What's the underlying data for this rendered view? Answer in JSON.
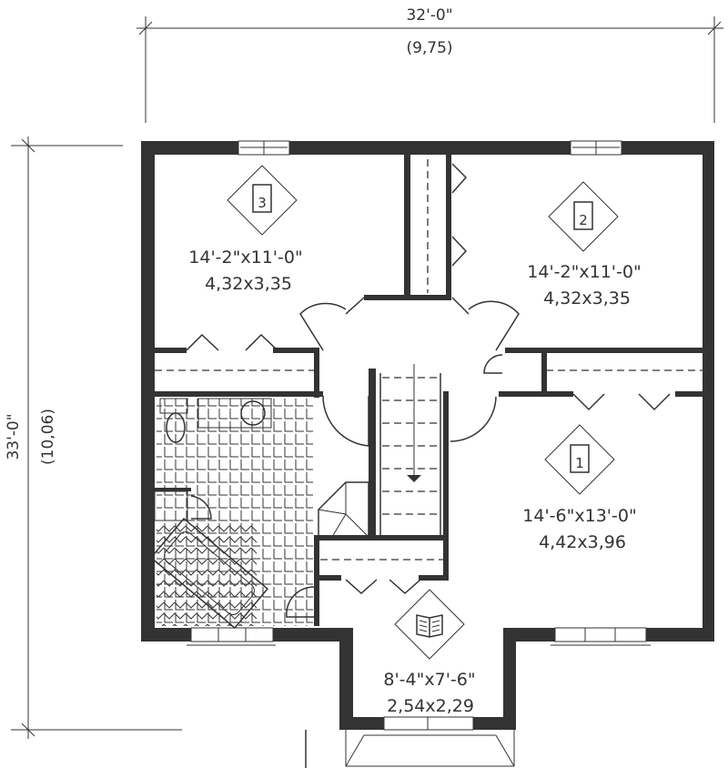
{
  "dimensions": {
    "width_imperial": "32'-0\"",
    "width_metric": "(9,75)",
    "depth_imperial": "33'-0\"",
    "depth_metric": "(10,06)"
  },
  "rooms": [
    {
      "number": "3",
      "icon": "bedroom-icon",
      "imperial": "14'-2\"x11'-0\"",
      "metric": "4,32x3,35"
    },
    {
      "number": "2",
      "icon": "bedroom-icon",
      "imperial": "14'-2\"x11'-0\"",
      "metric": "4,32x3,35"
    },
    {
      "number": "1",
      "icon": "bedroom-icon",
      "imperial": "14'-6\"x13'-0\"",
      "metric": "4,42x3,96"
    },
    {
      "number": "",
      "icon": "book-icon",
      "imperial": "8'-4\"x7'-6\"",
      "metric": "2,54x2,29"
    }
  ],
  "colors": {
    "wall": "#333333",
    "background": "#ffffff"
  }
}
